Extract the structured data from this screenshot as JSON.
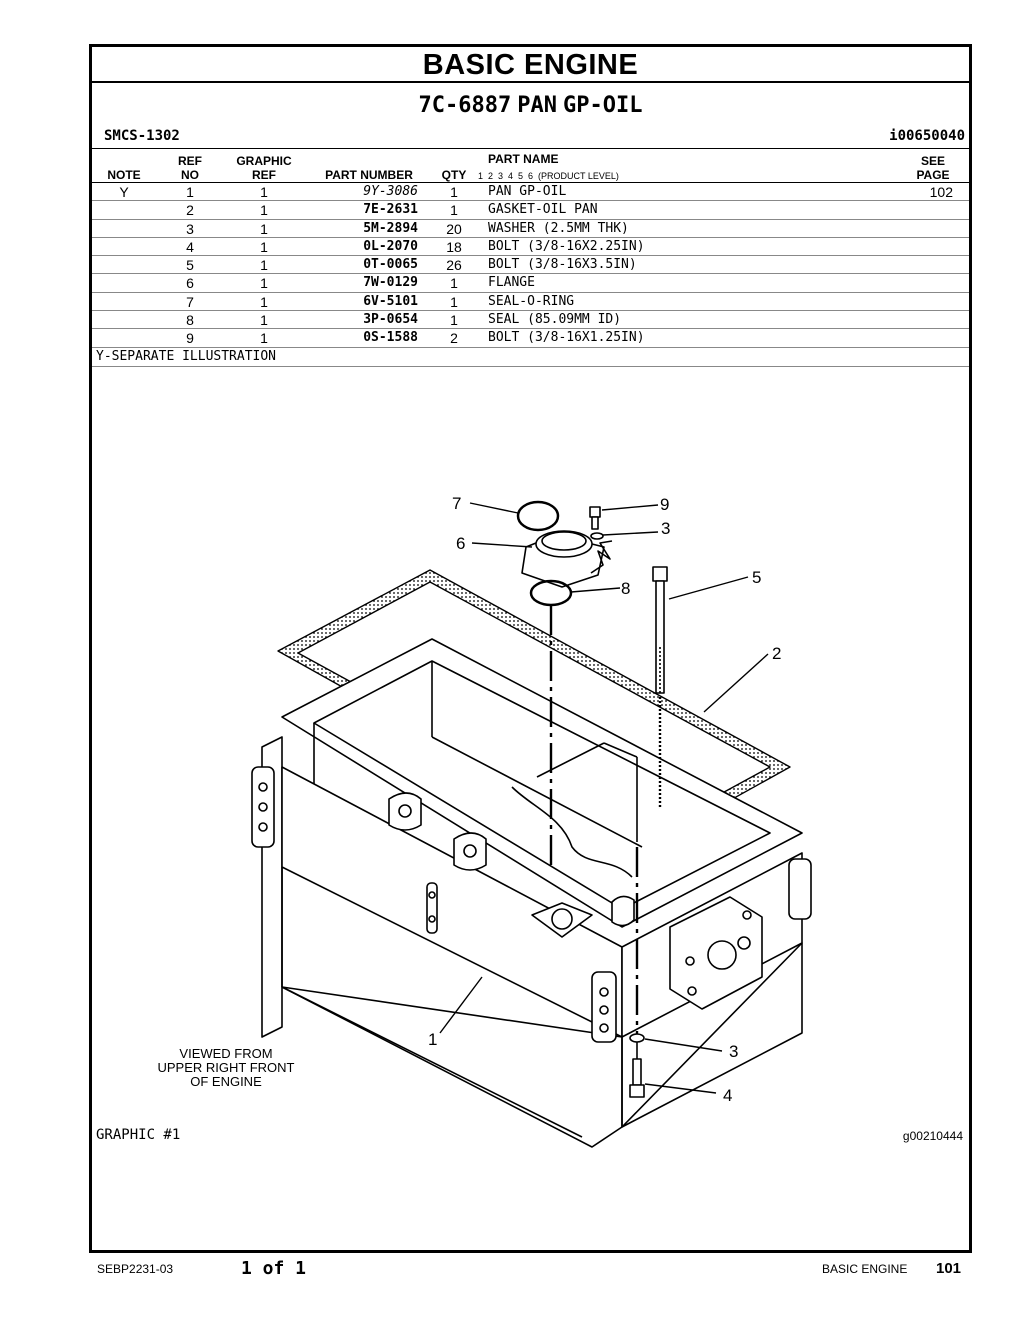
{
  "header": {
    "title": "BASIC ENGINE",
    "part_group_number": "7C-6887",
    "part_group_name_1": "PAN",
    "part_group_name_2": "GP-OIL",
    "smcs": "SMCS-1302",
    "illustration_id": "i00650040"
  },
  "table": {
    "headers": {
      "note": "NOTE",
      "ref_top": "REF",
      "ref_bottom": "NO",
      "graphic_top": "GRAPHIC",
      "graphic_bottom": "REF",
      "part_number": "PART NUMBER",
      "qty": "QTY",
      "part_name": "PART NAME",
      "product_levels": "1  2  3  4  5  6  (PRODUCT LEVEL)",
      "see_top": "SEE",
      "see_bottom": "PAGE"
    },
    "rows": [
      {
        "note": "Y",
        "ref": "1",
        "graphic": "1",
        "part_number": "9Y-3086",
        "qty": "1",
        "name": "PAN GP-OIL",
        "see": "102"
      },
      {
        "note": "",
        "ref": "2",
        "graphic": "1",
        "part_number": "7E-2631",
        "qty": "1",
        "name": "GASKET-OIL PAN",
        "see": ""
      },
      {
        "note": "",
        "ref": "3",
        "graphic": "1",
        "part_number": "5M-2894",
        "qty": "20",
        "name": "WASHER (2.5MM THK)",
        "see": ""
      },
      {
        "note": "",
        "ref": "4",
        "graphic": "1",
        "part_number": "0L-2070",
        "qty": "18",
        "name": "BOLT (3/8-16X2.25IN)",
        "see": ""
      },
      {
        "note": "",
        "ref": "5",
        "graphic": "1",
        "part_number": "0T-0065",
        "qty": "26",
        "name": "BOLT (3/8-16X3.5IN)",
        "see": ""
      },
      {
        "note": "",
        "ref": "6",
        "graphic": "1",
        "part_number": "7W-0129",
        "qty": "1",
        "name": "FLANGE",
        "see": ""
      },
      {
        "note": "",
        "ref": "7",
        "graphic": "1",
        "part_number": "6V-5101",
        "qty": "1",
        "name": "SEAL-O-RING",
        "see": ""
      },
      {
        "note": "",
        "ref": "8",
        "graphic": "1",
        "part_number": "3P-0654",
        "qty": "1",
        "name": "SEAL (85.09MM ID)",
        "see": ""
      },
      {
        "note": "",
        "ref": "9",
        "graphic": "1",
        "part_number": "0S-1588",
        "qty": "2",
        "name": "BOLT (3/8-16X1.25IN)",
        "see": ""
      }
    ],
    "footnote": "Y-SEPARATE ILLUSTRATION"
  },
  "illustration": {
    "callouts": [
      "1",
      "2",
      "3",
      "3",
      "4",
      "5",
      "6",
      "7",
      "8",
      "9"
    ],
    "view_note_1": "VIEWED FROM",
    "view_note_2": "UPPER RIGHT FRONT",
    "view_note_3": "OF ENGINE",
    "graphic_label": "GRAPHIC #1",
    "graphic_id": "g00210444"
  },
  "footer": {
    "doc_number": "SEBP2231-03",
    "page_of": "1 of 1",
    "section": "BASIC ENGINE",
    "page_number": "101"
  }
}
